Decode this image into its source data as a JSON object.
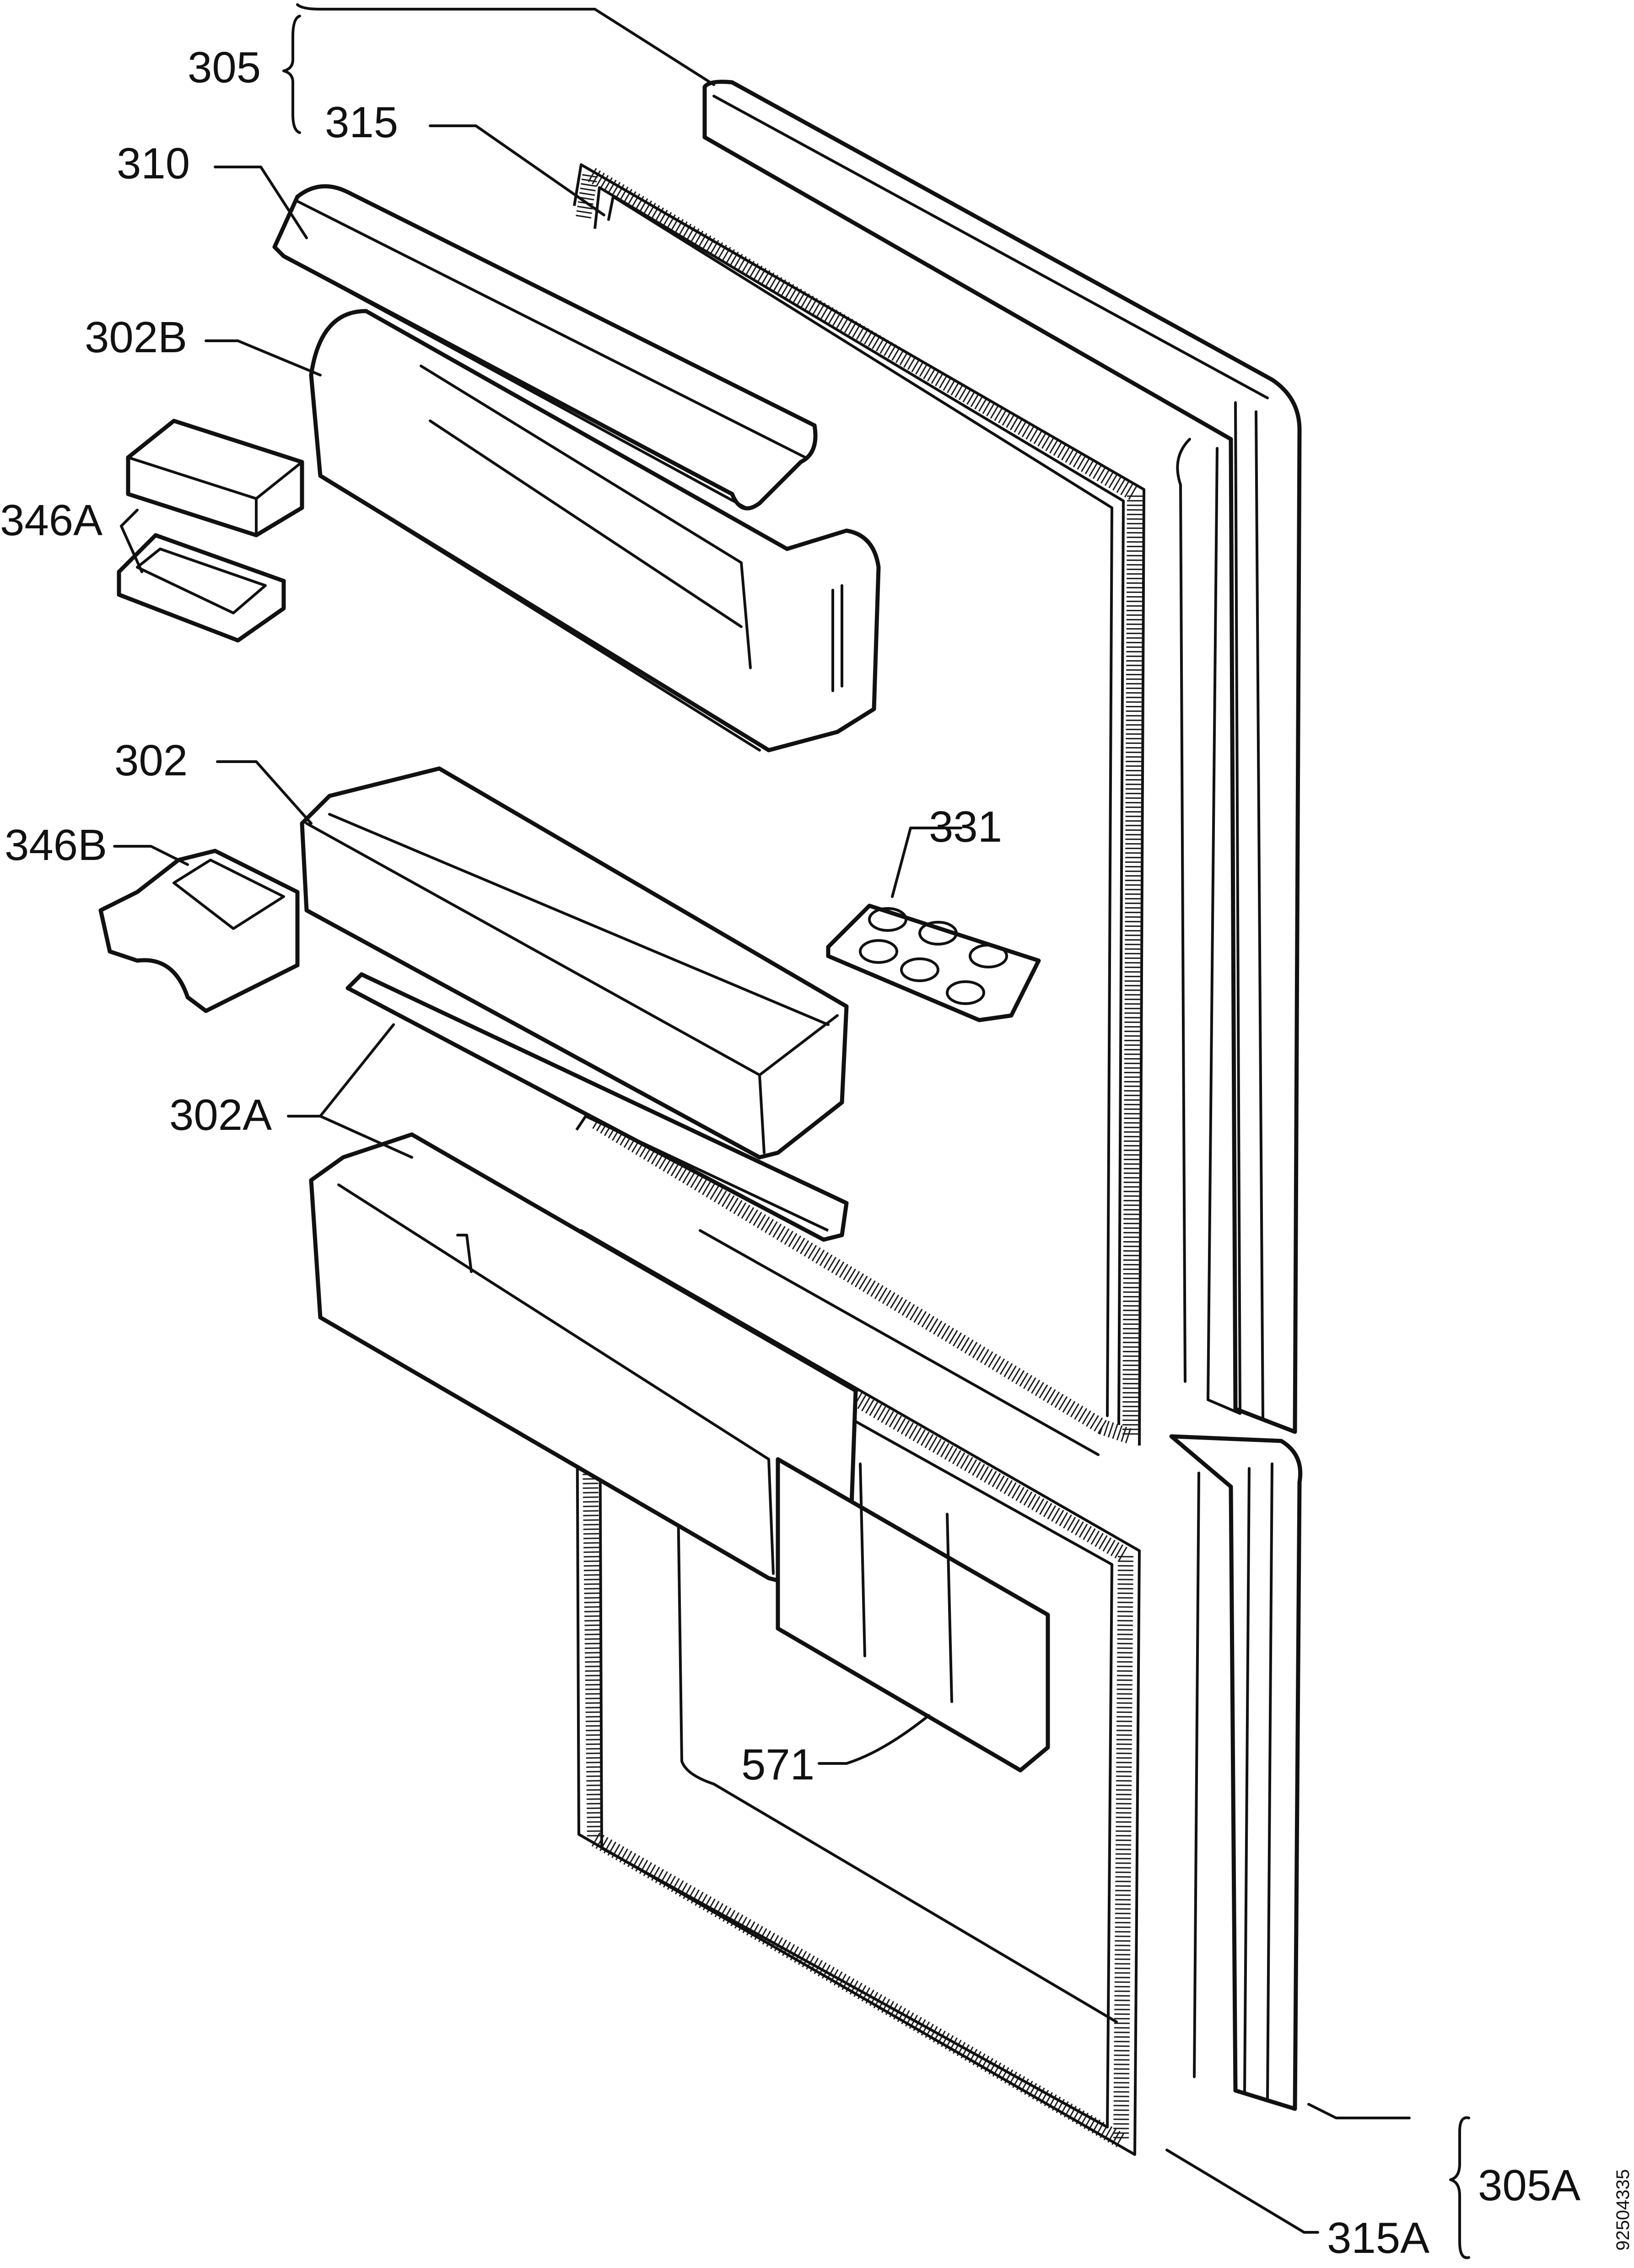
{
  "drawing_code": "92504335",
  "callouts": {
    "c305": "305",
    "c315": "315",
    "c310": "310",
    "c302b": "302B",
    "c346a": "346A",
    "c302": "302",
    "c346b": "346B",
    "c331": "331",
    "c302a": "302A",
    "c571": "571",
    "c305a": "305A",
    "c315a": "315A"
  }
}
